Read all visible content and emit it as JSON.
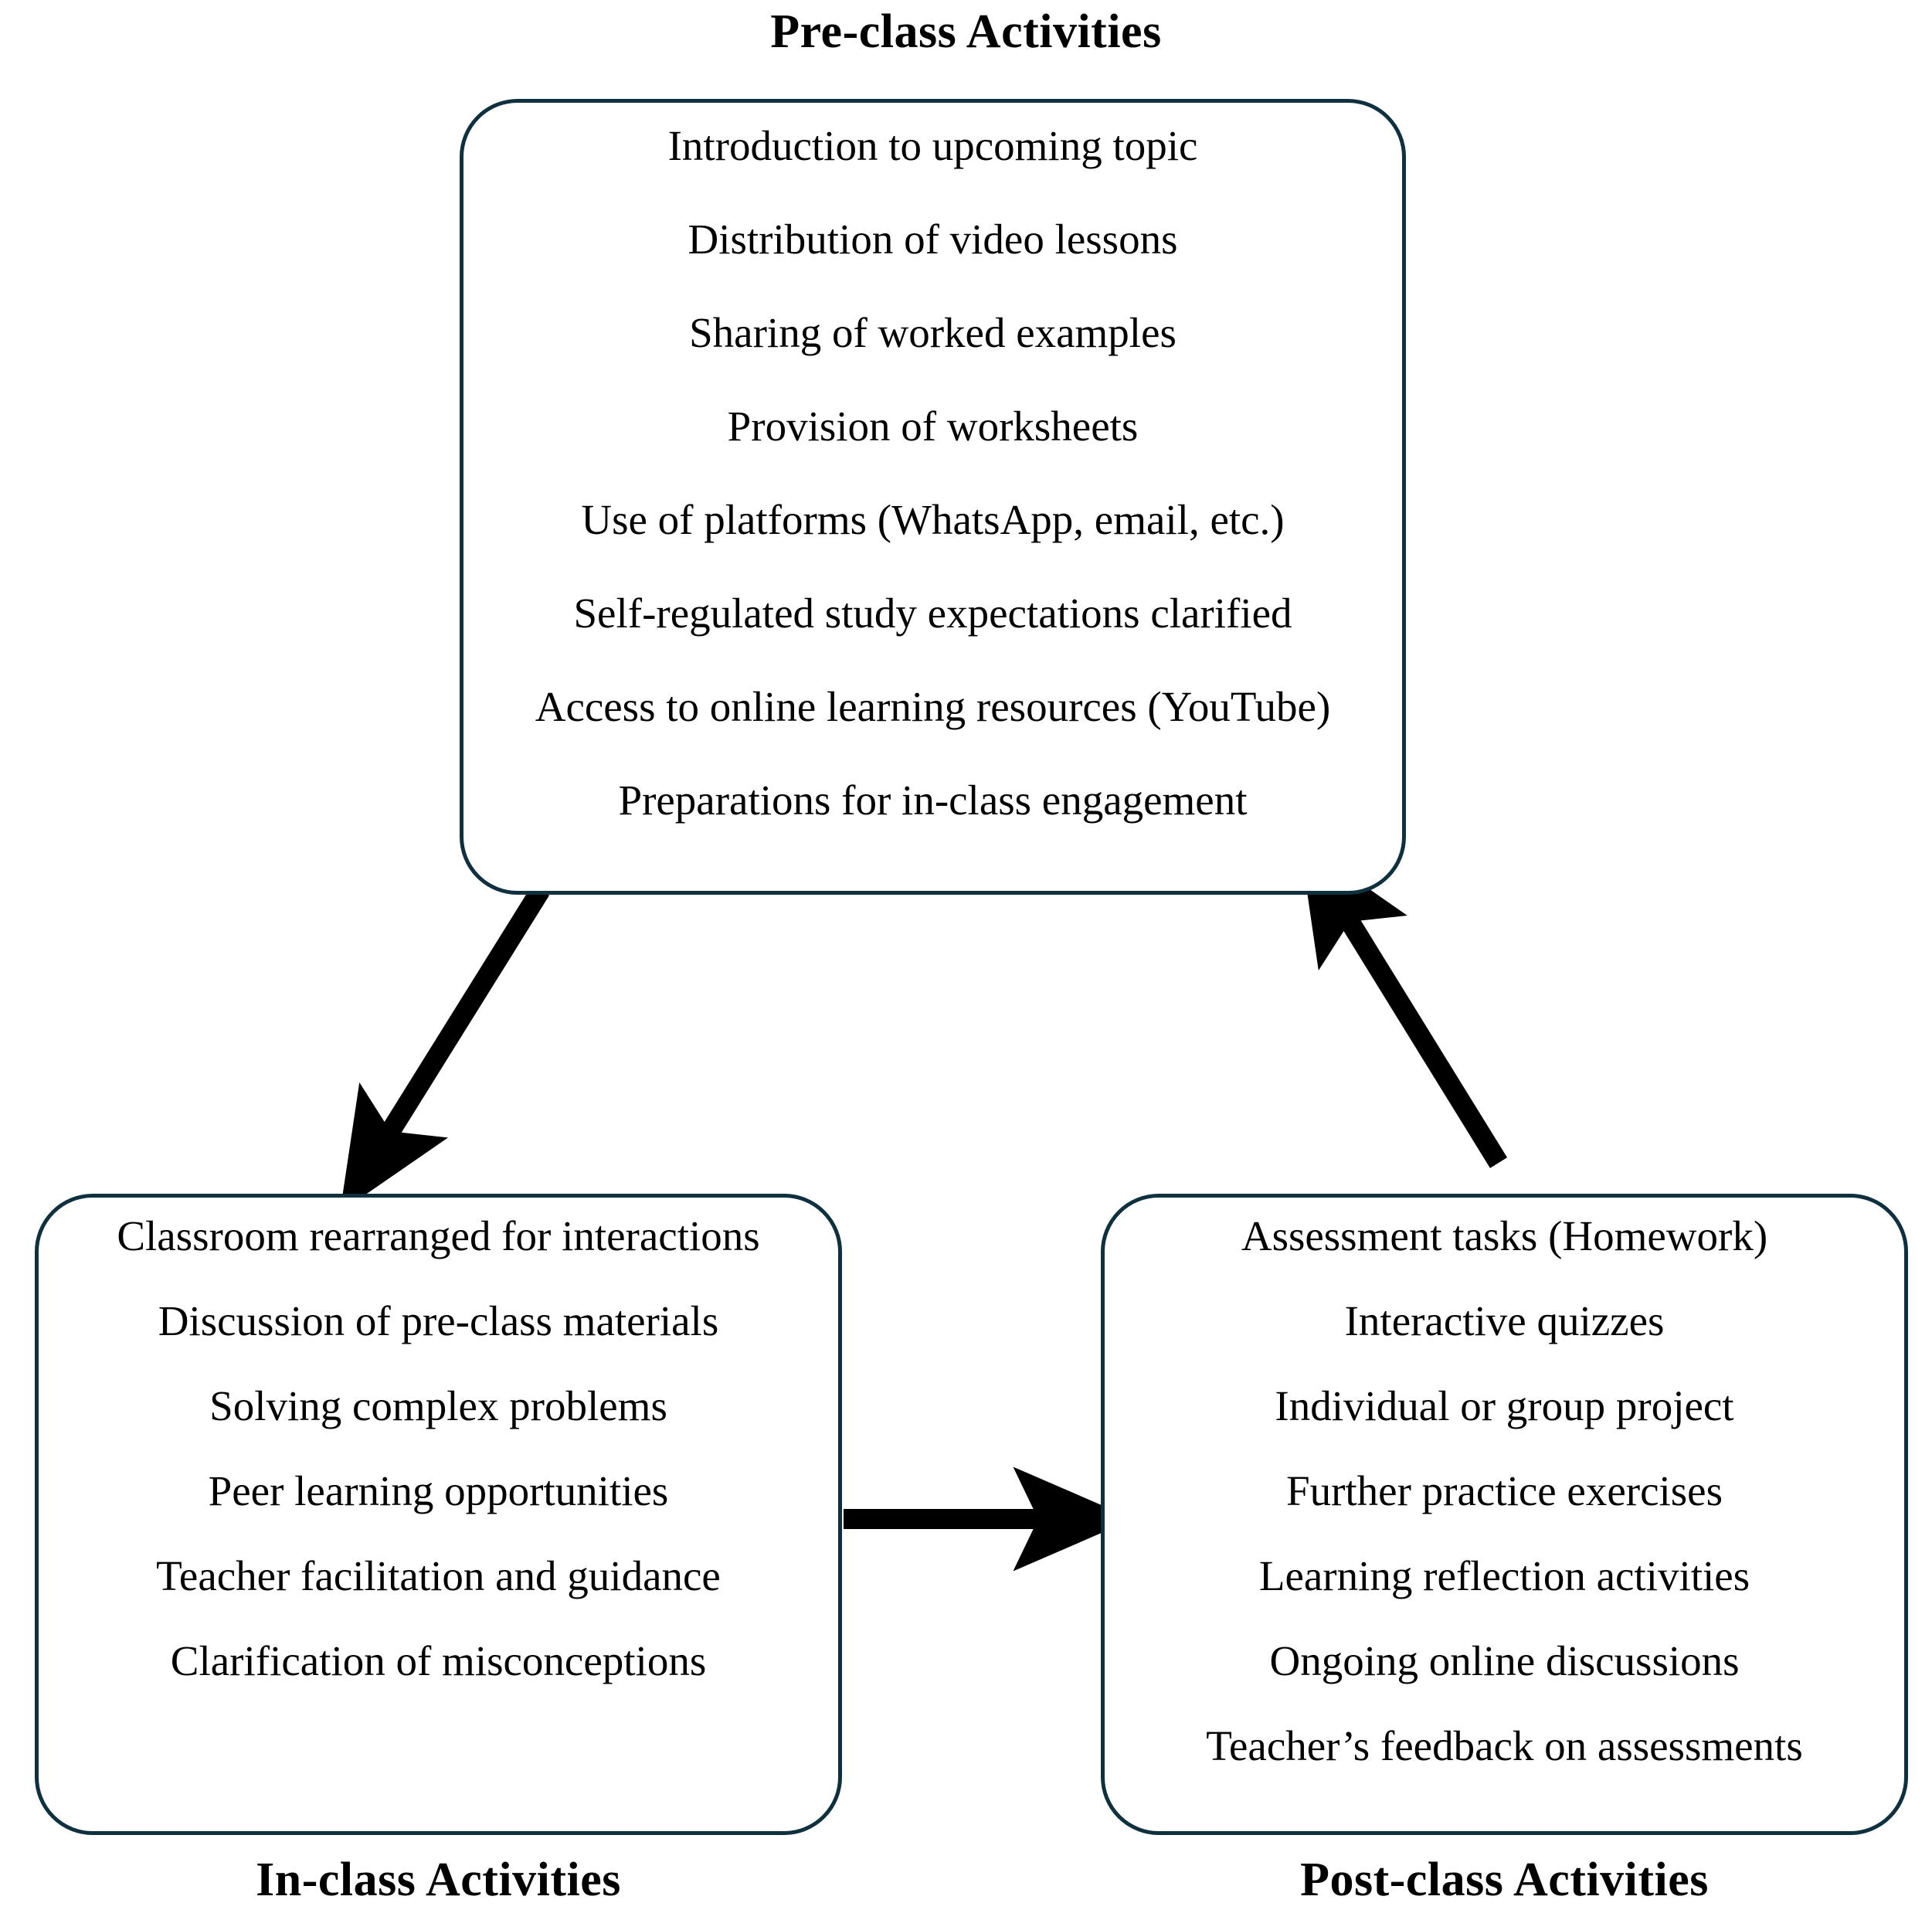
{
  "diagram": {
    "title_pre": "Pre-class Activities",
    "title_in": "In-class Activities",
    "title_post": "Post-class Activities",
    "border_color": "#0e303f",
    "arrow_color": "#000000",
    "background_color": "#ffffff",
    "pre_class": {
      "heading": "Pre-class Activities",
      "items": [
        "Introduction to upcoming topic",
        "Distribution of video lessons",
        "Sharing of worked examples",
        "Provision of worksheets",
        "Use of platforms (WhatsApp, email, etc.)",
        "Self-regulated study expectations clarified",
        "Access to online learning resources (YouTube)",
        "Preparations for in-class engagement"
      ]
    },
    "in_class": {
      "heading": "In-class Activities",
      "items": [
        "Classroom rearranged for interactions",
        "Discussion of pre-class materials",
        "Solving complex problems",
        "Peer learning opportunities",
        "Teacher facilitation and guidance",
        "Clarification of misconceptions"
      ]
    },
    "post_class": {
      "heading": "Post-class Activities",
      "items": [
        "Assessment tasks (Homework)",
        "Interactive quizzes",
        "Individual or group project",
        "Further practice exercises",
        "Learning reflection activities",
        "Ongoing online discussions",
        "Teacher’s feedback on assessments"
      ]
    },
    "arrows": [
      {
        "name": "pre-to-in",
        "from": "Pre-class Activities",
        "to": "In-class Activities"
      },
      {
        "name": "in-to-post",
        "from": "In-class Activities",
        "to": "Post-class Activities"
      },
      {
        "name": "post-to-pre",
        "from": "Post-class Activities",
        "to": "Pre-class Activities"
      }
    ]
  }
}
